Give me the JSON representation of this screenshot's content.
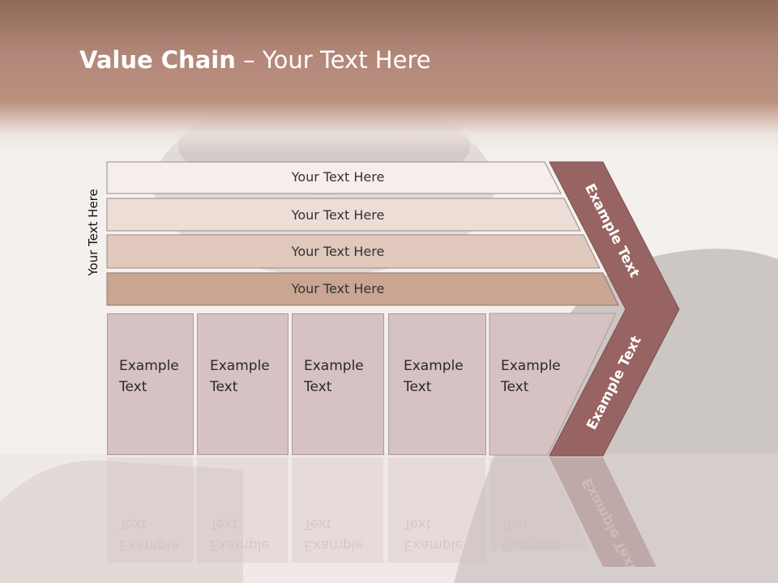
{
  "title": {
    "bold": "Value Chain",
    "rest": " – Your Text Here"
  },
  "side_label": "Your Text Here",
  "bars": [
    {
      "label": "Your Text Here",
      "color": "#f6eeec"
    },
    {
      "label": "Your Text Here",
      "color": "#ecded7"
    },
    {
      "label": "Your Text Here",
      "color": "#e0c8bd"
    },
    {
      "label": "Your Text Here",
      "color": "#c9a592"
    }
  ],
  "boxes": [
    {
      "label": "Example\nText"
    },
    {
      "label": "Example\nText"
    },
    {
      "label": "Example\nText"
    },
    {
      "label": "Example\nText"
    },
    {
      "label": "Example\nText"
    }
  ],
  "chevron": {
    "top_label": "Example Text",
    "bottom_label": "Example Text",
    "color": "#986463"
  },
  "colors": {
    "header": "#b3887a",
    "box": "#d6c1c3",
    "background": "#f3efed"
  }
}
